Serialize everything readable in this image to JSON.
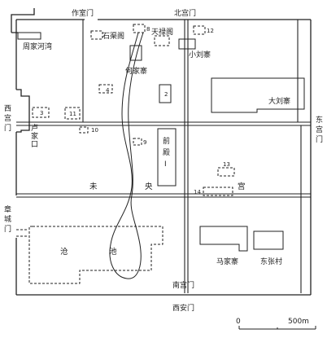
{
  "gates": {
    "zuoshi": "作室门",
    "beigong": "北宫门",
    "xigong": [
      "西",
      "宫",
      "门"
    ],
    "donggong": [
      "东",
      "宫",
      "门"
    ],
    "zhangcheng": [
      "章",
      "城",
      "门"
    ],
    "nangong": "南宫门",
    "xian": "西安门"
  },
  "places": {
    "zhoujiahewan": "周家河湾",
    "shiqu": "石渠阁",
    "tianlu": "天禄阁",
    "xiaoliuzhai": "小刘寨",
    "hejiazhai": "何家寨",
    "daliuzhai": "大刘寨",
    "lujiakou": [
      "卢",
      "家",
      "口"
    ],
    "qiandian": [
      "前",
      "殿",
      "Ⅰ"
    ],
    "wei": "未",
    "yang": "央",
    "gong": "宫",
    "cang": "沧",
    "chi": "池",
    "majiazhai": "马家寨",
    "dongzhangcun": "东张村"
  },
  "site_numbers": {
    "n2": "2",
    "n3": "3",
    "n4": "4",
    "n8": "8",
    "n9": "9",
    "n10": "10",
    "n11": "11",
    "n12": "12",
    "n13": "13",
    "n14": "14"
  },
  "scale": {
    "zero": "0",
    "length": "500m"
  }
}
